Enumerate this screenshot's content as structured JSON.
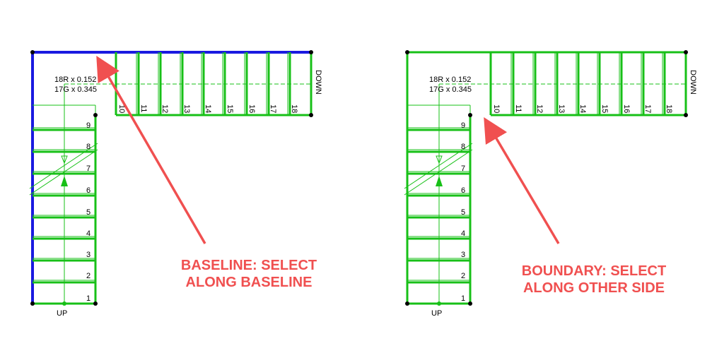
{
  "colors": {
    "stair": "#17c017",
    "baseline": "#1a1ae0",
    "annotation": "#f05050",
    "text": "#000000"
  },
  "panels": [
    {
      "key": "left",
      "summary_rise": "18R x 0.152",
      "summary_going": "17G x 0.345",
      "up_label": "UP",
      "down_label": "DOWN",
      "lower_steps": [
        "1",
        "2",
        "3",
        "4",
        "5",
        "6",
        "7",
        "8",
        "9"
      ],
      "upper_steps": [
        "10",
        "11",
        "12",
        "13",
        "14",
        "15",
        "16",
        "17",
        "18"
      ],
      "highlight": "baseline",
      "annotation_lines": [
        "BASELINE: SELECT",
        "ALONG BASELINE"
      ]
    },
    {
      "key": "right",
      "summary_rise": "18R x 0.152",
      "summary_going": "17G x 0.345",
      "up_label": "UP",
      "down_label": "DOWN",
      "lower_steps": [
        "1",
        "2",
        "3",
        "4",
        "5",
        "6",
        "7",
        "8",
        "9"
      ],
      "upper_steps": [
        "10",
        "11",
        "12",
        "13",
        "14",
        "15",
        "16",
        "17",
        "18"
      ],
      "highlight": "boundary",
      "annotation_lines": [
        "BOUNDARY: SELECT",
        "ALONG OTHER SIDE"
      ]
    }
  ]
}
